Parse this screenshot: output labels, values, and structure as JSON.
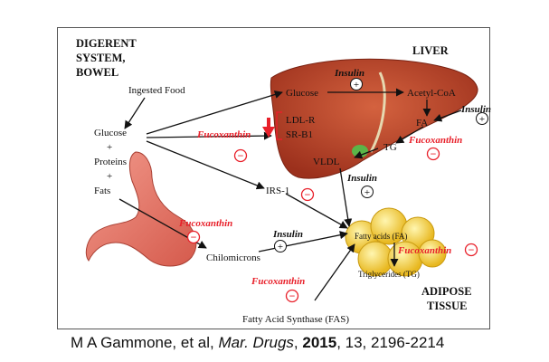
{
  "headings": {
    "digestive": [
      "DIGERENT",
      "SYSTEM,",
      "BOWEL"
    ],
    "liver": "LIVER",
    "adipose": [
      "ADIPOSE",
      "TISSUE"
    ]
  },
  "labels": {
    "ingested_food": "Ingested Food",
    "glucose_left": "Glucose",
    "plus1": "+",
    "proteins": "Proteins",
    "plus2": "+",
    "fats": "Fats",
    "glucose_liver": "Glucose",
    "acetyl_coa": "Acetyl-CoA",
    "fa": "FA",
    "ldl_r": "LDL-R",
    "sr_b1": "SR-B1",
    "tg": "TG",
    "vldl": "VLDL",
    "irs1": "IRS-1",
    "chilomicrons": "Chilomicrons",
    "fatty_acids": "Fatty acids (FA)",
    "triglycerides": "Triglycerides (TG)",
    "fas": "Fatty Acid Synthase (FAS)"
  },
  "insulin": {
    "top": "Insulin",
    "right": "Insulin",
    "vldl": "Insulin",
    "chylo": "Insulin"
  },
  "fucoxanthin": {
    "liver_left": "Fucoxanthin",
    "liver_right": "Fucoxanthin",
    "stomach": "Fucoxanthin",
    "adipose": "Fucoxanthin",
    "fas": "Fucoxanthin"
  },
  "symbols": {
    "plus": "+",
    "minus": "−"
  },
  "caption": {
    "authors": "M A Gammone, et al, ",
    "journal": "Mar. Drugs",
    "sep": ", ",
    "year": "2015",
    "rest": ", 13, 2196-2214"
  },
  "colors": {
    "fucoxanthin": "#e8202a",
    "liver": "#b8432a",
    "stomach": "#e77b6d",
    "fat": "#f5d94a"
  }
}
